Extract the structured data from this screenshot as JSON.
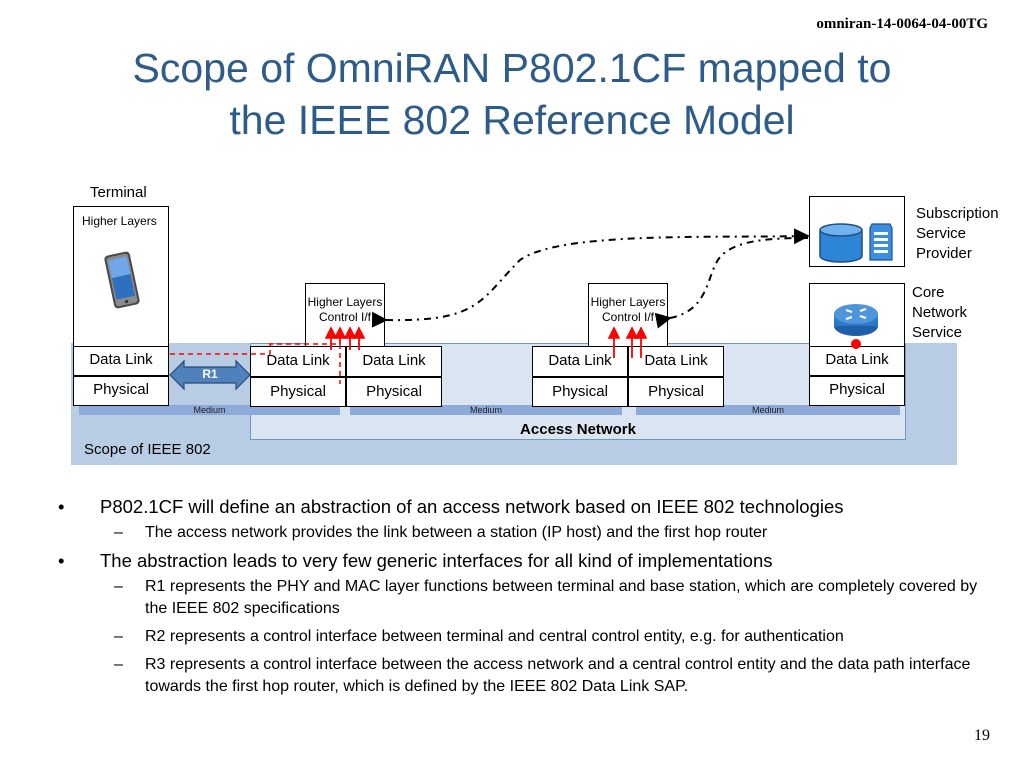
{
  "header": {
    "doc_id": "omniran-14-0064-04-00TG",
    "title_line1": "Scope of OmniRAN P802.1CF mapped to",
    "title_line2": "the IEEE 802 Reference Model"
  },
  "diagram": {
    "terminal_label": "Terminal",
    "higher_layers": "Higher Layers",
    "higher_layers_ctrl_1": "Higher Layers",
    "ctrl_if_1": "Control I/f",
    "higher_layers_ctrl_2": "Higher Layers",
    "ctrl_if_2": "Control I/f",
    "data_link": "Data Link",
    "physical": "Physical",
    "r1": "R1",
    "medium": "Medium",
    "access_network": "Access Network",
    "scope_ieee": "Scope of IEEE 802",
    "subscription_service_provider": [
      "Subscription",
      "Service",
      "Provider"
    ],
    "core_network_service": [
      "Core",
      "Network",
      "Service"
    ],
    "colors": {
      "title": "#2e5c8a",
      "scope_bg": "#b8cce4",
      "access_bg": "#dbe5f1",
      "medium": "#8eaadb",
      "r1": "#4f81bd",
      "arrow": "#ff0000"
    },
    "icons": [
      "smartphone-icon",
      "database-icon",
      "server-icon",
      "router-icon"
    ]
  },
  "bullets": [
    {
      "text": "P802.1CF will define an abstraction of an access network based on IEEE 802 technologies",
      "subs": [
        "The access network provides the link between a station (IP host) and the first hop router"
      ]
    },
    {
      "text": "The abstraction leads to very few generic interfaces for all kind of implementations",
      "subs": [
        "R1 represents the PHY and MAC layer functions between terminal and base station, which are completely covered by the IEEE 802 specifications",
        "R2 represents a control interface between terminal and central control entity, e.g. for authentication",
        "R3 represents a control interface between the access network and a central control entity and the data path interface towards the first hop router, which is defined by the IEEE 802 Data Link SAP."
      ]
    }
  ],
  "bullet_mark": "•",
  "sub_mark": "–",
  "page_number": "19"
}
